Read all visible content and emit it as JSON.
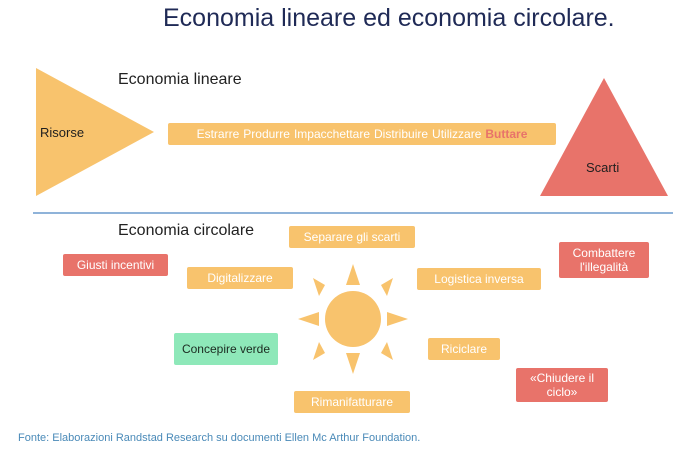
{
  "title": "Economia lineare ed economia circolare.",
  "linear": {
    "label": "Economia lineare",
    "left_triangle": "Risorse",
    "right_triangle": "Scarti",
    "steps": [
      "Estrarre",
      "Produrre",
      "Impacchettare",
      "Distribuire",
      "Utilizzare"
    ],
    "final_step": "Buttare"
  },
  "circular": {
    "label": "Economia circolare",
    "items": {
      "separare": "Separare gli scarti",
      "digitalizzare": "Digitalizzare",
      "logistica": "Logistica inversa",
      "concepire": "Concepire verde",
      "riciclare": "Riciclare",
      "rimanifatturare": "Rimanifatturare",
      "incentivi": "Giusti incentivi",
      "illegalita": "Combattere l'illegalità",
      "chiudere": "«Chiudere il ciclo»"
    }
  },
  "colors": {
    "orange": "#f8c36d",
    "red": "#e8736a",
    "green": "#8ee8b9",
    "title": "#1f2a56",
    "divider": "#8fb3d9",
    "sun": "#f8c36d"
  },
  "footer": "Fonte: Elaborazioni Randstad Research su documenti Ellen Mc Arthur Foundation."
}
